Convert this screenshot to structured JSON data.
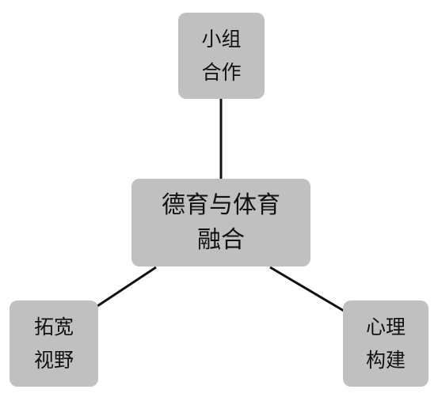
{
  "diagram": {
    "center": {
      "line1": "德育与体育",
      "line2": "融合"
    },
    "top": {
      "line1": "小组",
      "line2": "合作"
    },
    "left": {
      "line1": "拓宽",
      "line2": "视野"
    },
    "right": {
      "line1": "心理",
      "line2": "构建"
    },
    "colors": {
      "node_fill": "#c0c0c0",
      "connector": "#111111",
      "text": "#111111"
    }
  }
}
